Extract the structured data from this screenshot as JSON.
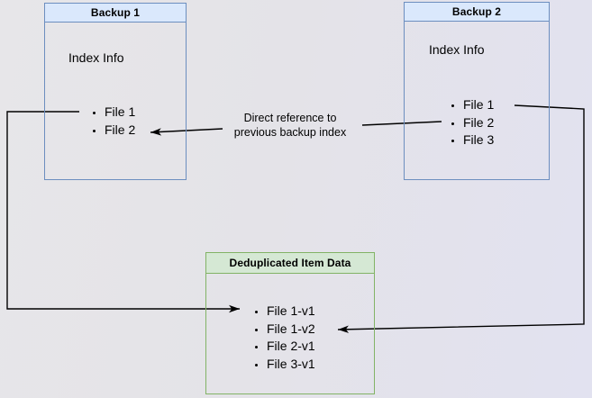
{
  "diagram": {
    "backup1": {
      "title": "Backup 1",
      "index_label": "Index Info",
      "files": [
        "File 1",
        "File 2"
      ]
    },
    "backup2": {
      "title": "Backup 2",
      "index_label": "Index Info",
      "files": [
        "File 1",
        "File 2",
        "File 3"
      ]
    },
    "dedup_store": {
      "title": "Deduplicated Item Data",
      "files": [
        "File 1-v1",
        "File 1-v2",
        "File 2-v1",
        "File 3-v1"
      ]
    },
    "annotation": {
      "line1": "Direct reference to",
      "line2": "previous backup index"
    }
  },
  "colors": {
    "blue_fill": "#dae8fc",
    "blue_stroke": "#6c8ebf",
    "green_fill": "#d5e8d4",
    "green_stroke": "#82b366",
    "arrow": "#000000",
    "text": "#000000"
  }
}
